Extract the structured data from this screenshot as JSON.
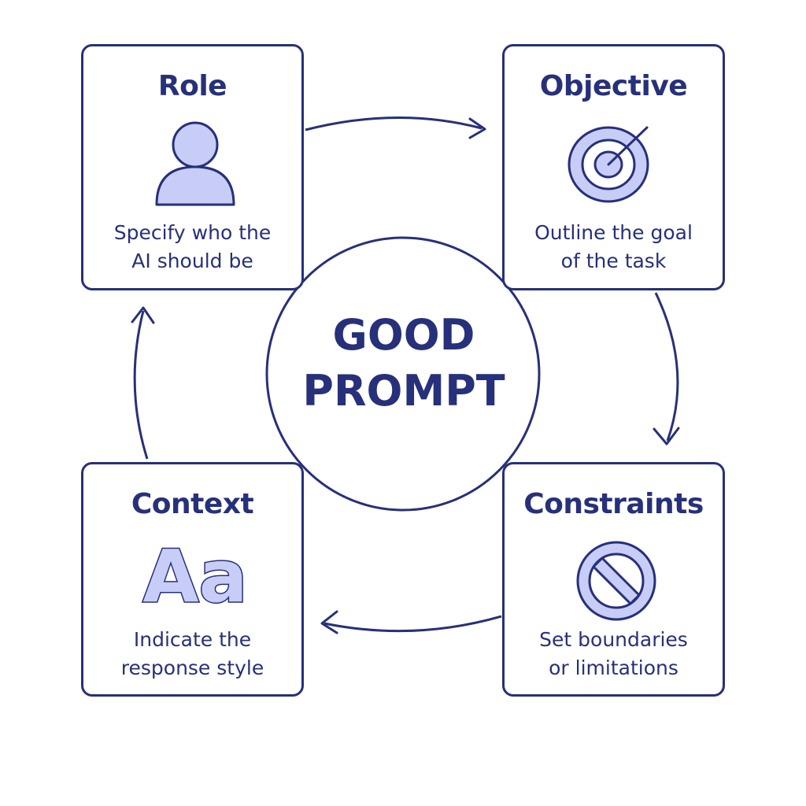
{
  "center": {
    "line1": "GOOD",
    "line2": "PROMPT"
  },
  "cards": {
    "role": {
      "title": "Role",
      "icon": "person-icon",
      "desc_line1": "Specify who the",
      "desc_line2": "AI should be"
    },
    "objective": {
      "title": "Objective",
      "icon": "target-icon",
      "desc_line1": "Outline the goal",
      "desc_line2": "of the task"
    },
    "context": {
      "title": "Context",
      "icon": "typography-aa-icon",
      "icon_text": "Aa",
      "desc_line1": "Indicate the",
      "desc_line2": "response style"
    },
    "constraints": {
      "title": "Constraints",
      "icon": "prohibited-icon",
      "desc_line1": "Set boundaries",
      "desc_line2": "or limitations"
    }
  },
  "colors": {
    "stroke": "#27307a",
    "icon_fill": "#c7cdf6",
    "background": "#ffffff"
  }
}
